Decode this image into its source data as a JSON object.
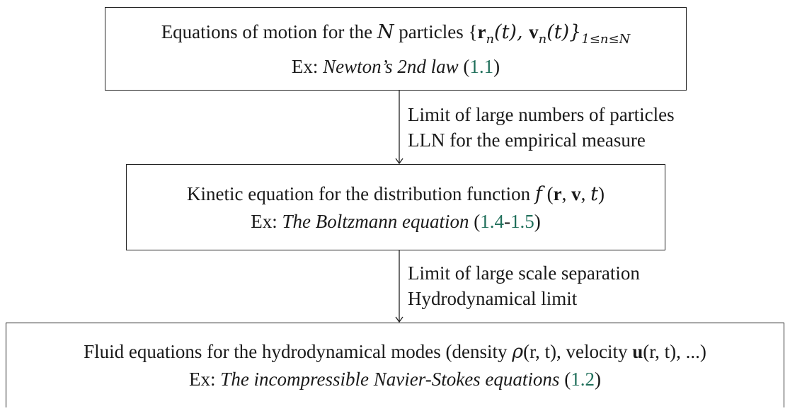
{
  "box1": {
    "line1_pre": "Equations of motion for the ",
    "var_N": "N",
    "line1_mid": " particles ",
    "set_expr_open": "{",
    "r": "r",
    "sub_n": "n",
    "arg_t": "(t), ",
    "v": "v",
    "arg_t2": "(t)}",
    "set_sub": "1≤n≤N",
    "ex_label": "Ex: ",
    "ex_name": "Newton’s 2nd law",
    "ref_open": " (",
    "ref": "1.1",
    "ref_close": ")"
  },
  "arrow1": {
    "label_line1": "Limit of large numbers of particles",
    "label_line2": "LLN for the empirical measure"
  },
  "box2": {
    "line1_pre": "Kinetic equation for the distribution function ",
    "f": "f",
    "open": " (",
    "r": "r",
    "comma1": ", ",
    "v": "v",
    "comma2": ", ",
    "t": "t",
    "close": ")",
    "ex_label": "Ex: ",
    "ex_name": "The Boltzmann equation",
    "ref_open": " (",
    "ref_a": "1.4",
    "dash": "-",
    "ref_b": "1.5",
    "ref_close": ")"
  },
  "arrow2": {
    "label_line1": "Limit of large scale separation",
    "label_line2": "Hydrodynamical limit"
  },
  "box3": {
    "line1_pre": "Fluid equations for the hydrodynamical modes (density ",
    "rho": "ρ",
    "rho_args": "(r, t)",
    "line1_mid": ", velocity ",
    "u": "u",
    "u_args": "(r, t)",
    "line1_post": ", ...)",
    "ex_label": "Ex: ",
    "ex_name": "The incompressible Navier-Stokes equations",
    "ref_open": " (",
    "ref": "1.2",
    "ref_close": ")"
  }
}
